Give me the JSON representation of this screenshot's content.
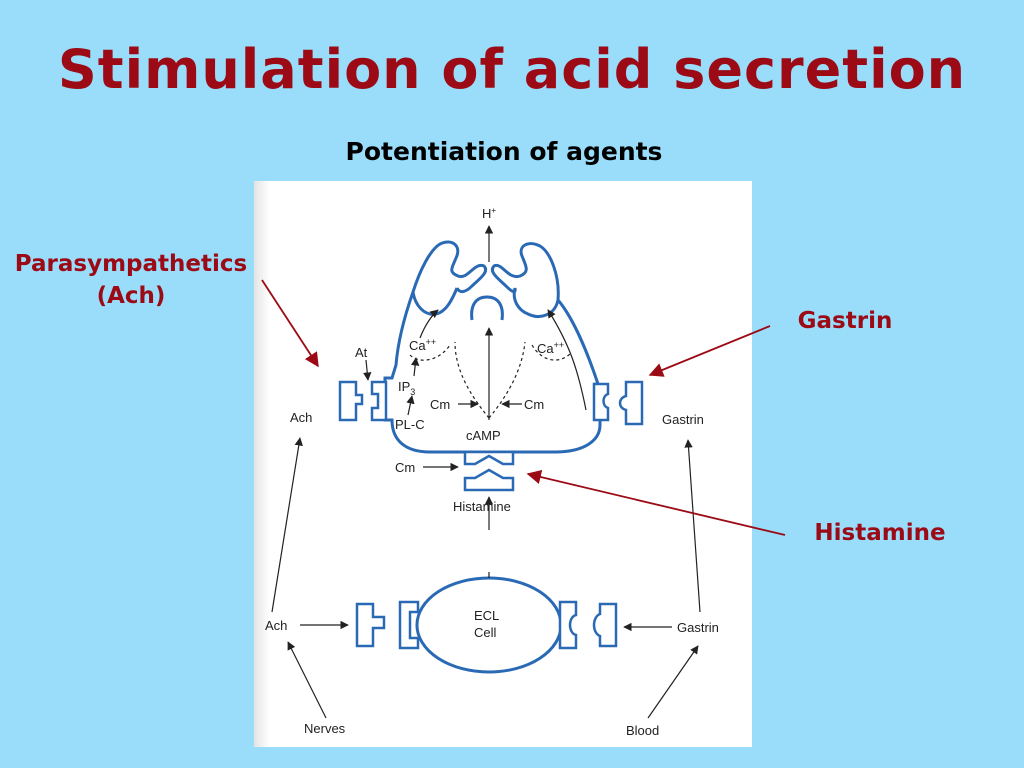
{
  "title": "Stimulation of acid secretion",
  "subtitle": "Potentiation of agents",
  "labels": {
    "parasympathetics_line1": "Parasympathetics",
    "parasympathetics_line2": "(Ach)",
    "gastrin": "Gastrin",
    "histamine": "Histamine"
  },
  "diagram": {
    "h_plus": "H",
    "h_plus_sup": "+",
    "at": "At",
    "ca_left": "Ca",
    "ca_right": "Ca",
    "ca_sup": "++",
    "ip3": "IP",
    "ip3_sub": "3",
    "plc": "PL-C",
    "cm_left": "Cm",
    "cm_right": "Cm",
    "camp": "cAMP",
    "ach_top": "Ach",
    "gastrin_top": "Gastrin",
    "cm_lower": "Cm",
    "histamine": "Histamine",
    "ecl_line1": "ECL",
    "ecl_line2": "Cell",
    "ach_bottom": "Ach",
    "gastrin_bottom": "Gastrin",
    "nerves": "Nerves",
    "blood": "Blood"
  },
  "colors": {
    "background": "#99ddfa",
    "title": "#9b0a15",
    "annotation_arrow": "#9b0a15",
    "cell_outline": "#2a6ab5"
  }
}
